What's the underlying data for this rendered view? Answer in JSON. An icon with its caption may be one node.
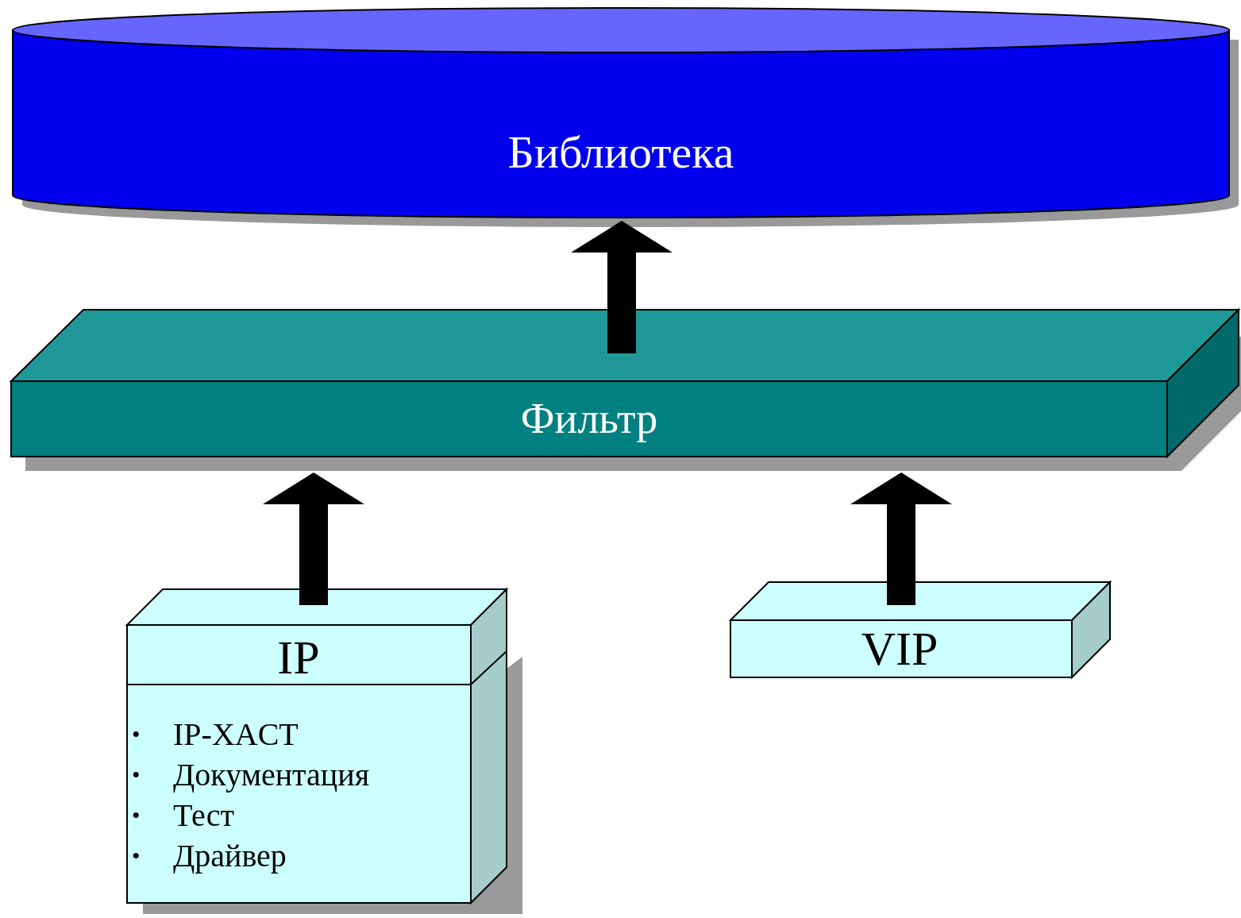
{
  "diagram": {
    "nodes": [
      {
        "text": [
          "Библиотека"
        ]
      },
      {
        "text": [
          "Фильтр"
        ]
      },
      {
        "text": [
          "IP",
          "IP-XACT",
          "Документация",
          "Тест",
          "Драйвер"
        ]
      },
      {
        "text": [
          "VIP"
        ]
      }
    ],
    "edges": [
      {
        "from": 2,
        "to": 1,
        "arrow": "to"
      },
      {
        "from": 3,
        "to": 1,
        "arrow": "to"
      },
      {
        "from": 1,
        "to": 0,
        "arrow": "to"
      }
    ],
    "labels": [
      "•",
      "•",
      "•",
      "•"
    ]
  }
}
